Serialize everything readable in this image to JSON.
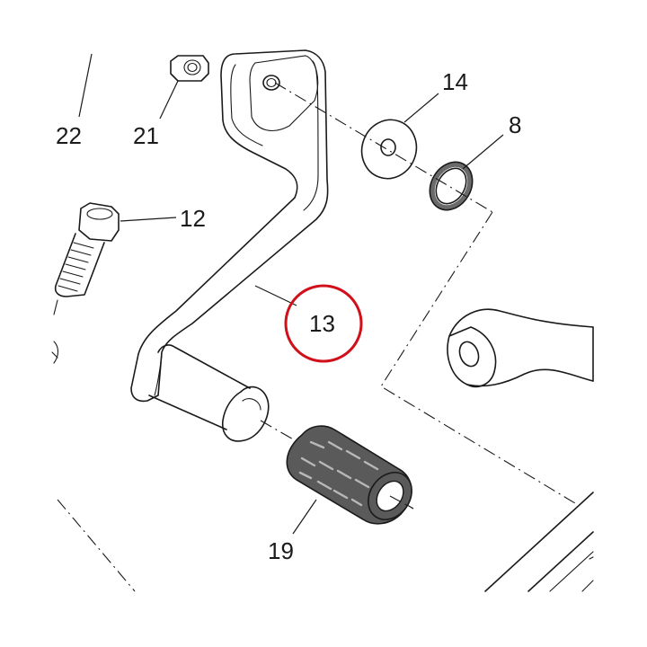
{
  "callouts": {
    "c22": "22",
    "c21": "21",
    "c14": "14",
    "c8": "8",
    "c12": "12",
    "c13": "13",
    "c19": "19"
  },
  "colors": {
    "line": "#1a1a1a",
    "highlight": "#d0101a",
    "rubber": "#5a5a5a"
  }
}
